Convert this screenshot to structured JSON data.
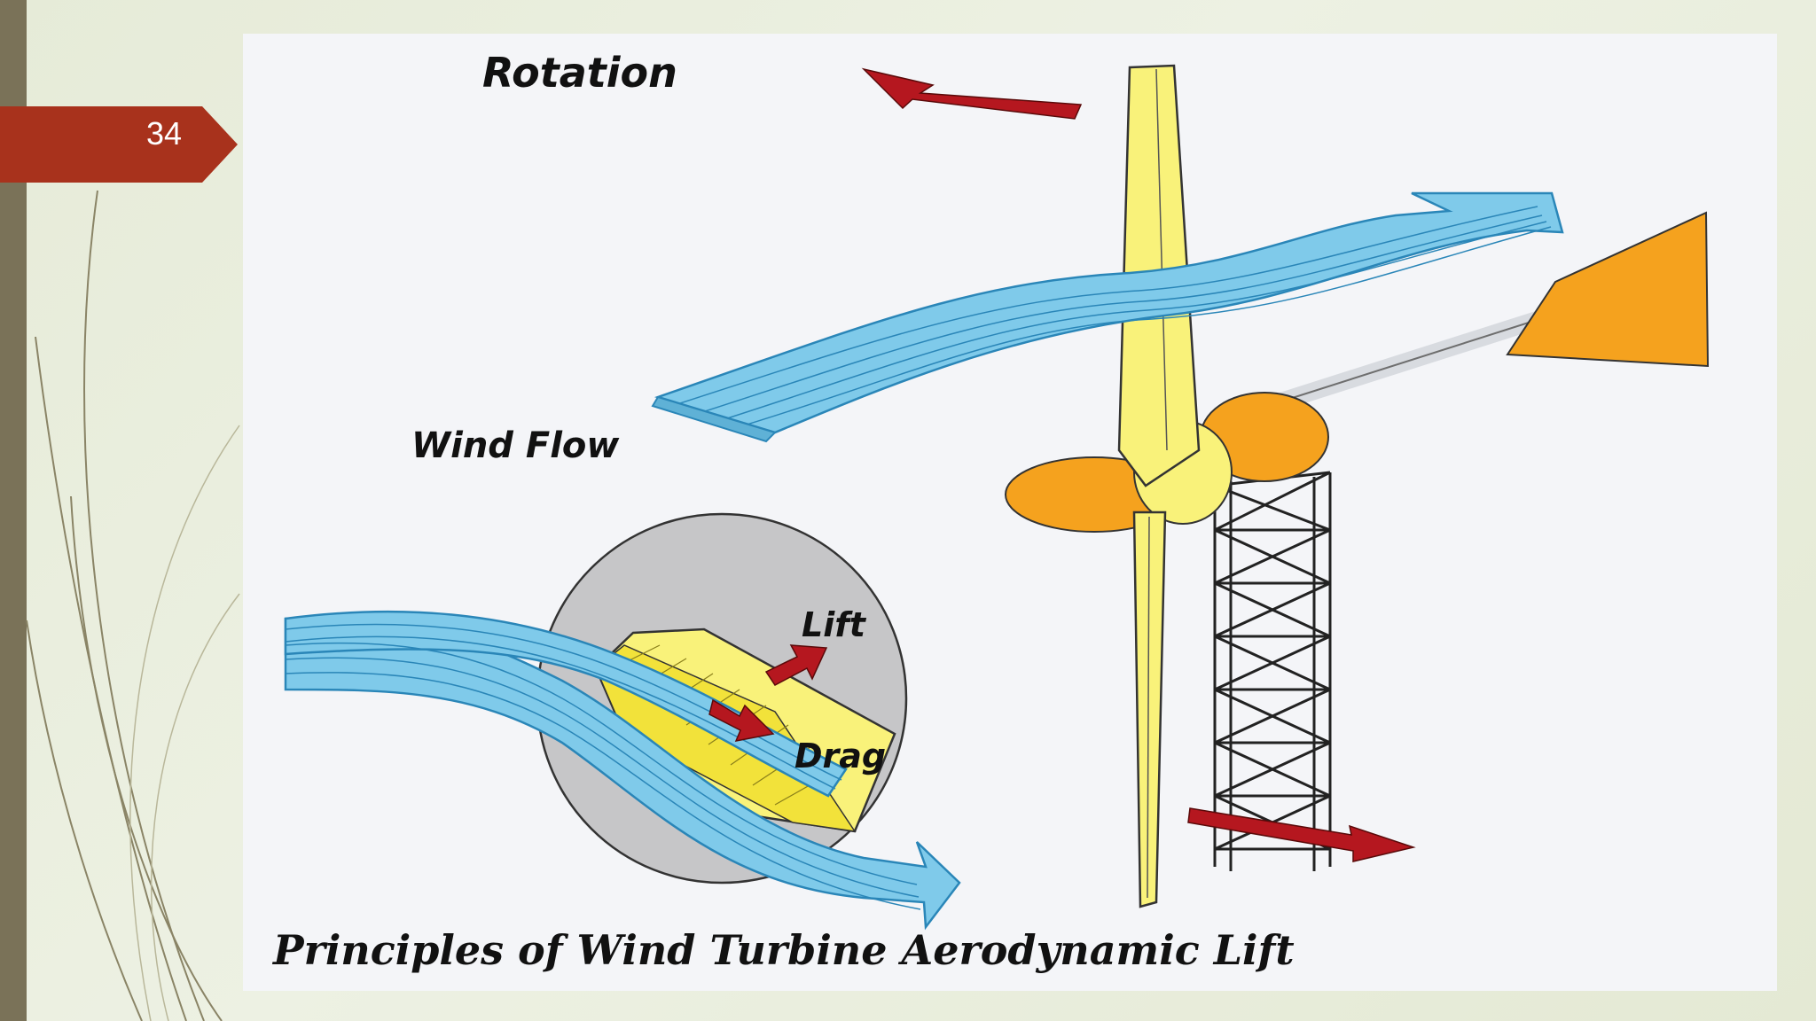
{
  "slide": {
    "number": "34",
    "colors": {
      "background": "#e9edde",
      "left_bar": "#7a7258",
      "number_tab": "#a8321c",
      "frame": "#f4f5f8"
    }
  },
  "figure": {
    "labels": {
      "rotation": "Rotation",
      "wind_flow": "Wind Flow",
      "lift": "Lift",
      "drag": "Drag",
      "caption": "Principles of Wind Turbine Aerodynamic Lift"
    },
    "colors": {
      "blade": "#f9f27a",
      "hub_and_tail": "#f5a21e",
      "airflow": "#7fcaea",
      "airflow_line": "#2a86b8",
      "arrow_red": "#b5171f",
      "circle_gray": "#c6c6c8",
      "tower": "#222222"
    }
  }
}
